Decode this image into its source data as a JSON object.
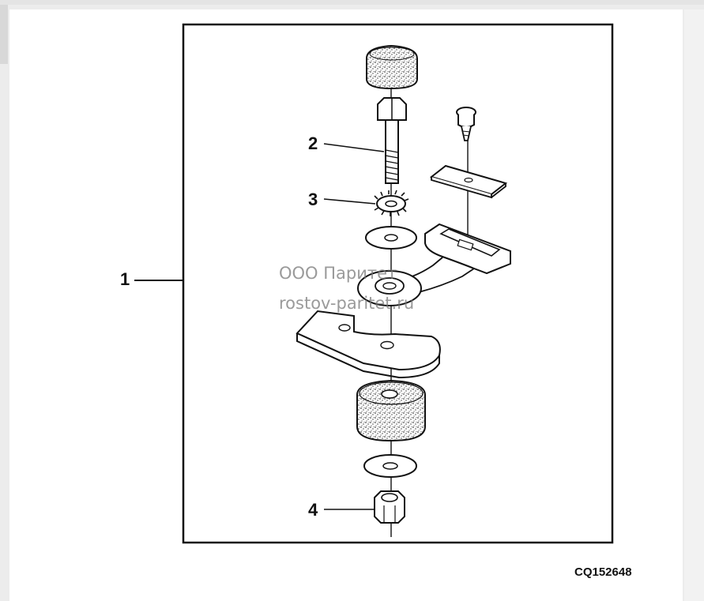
{
  "callouts": [
    {
      "id": "1",
      "label": "1"
    },
    {
      "id": "2",
      "label": "2"
    },
    {
      "id": "3",
      "label": "3"
    },
    {
      "id": "4",
      "label": "4"
    }
  ],
  "watermark": {
    "line1": "ООО Паритет",
    "line2": "rostov-paritet.ru"
  },
  "figure_code": "CQ152648",
  "colors": {
    "line": "#111111",
    "background": "#ffffff"
  }
}
